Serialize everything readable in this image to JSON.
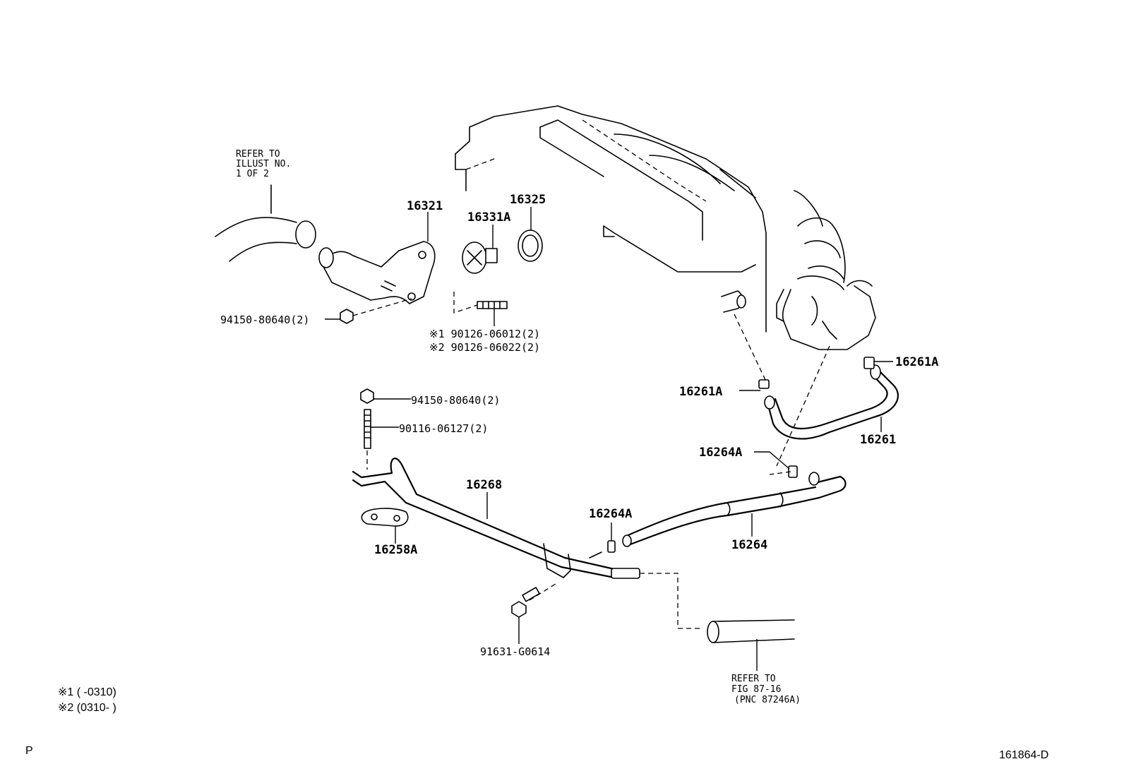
{
  "refs": {
    "illust": [
      "REFER TO",
      "ILLUST NO.",
      " 1 OF 2"
    ],
    "fig": [
      "REFER TO",
      "FIG 87-16",
      "(PNC 87246A)"
    ]
  },
  "parts": {
    "p16321": "16321",
    "p16331A": "16331A",
    "p16325": "16325",
    "nut_top": "94150-80640(2)",
    "stud1": "※1 90126-06012(2)",
    "stud2": "※2 90126-06022(2)",
    "nut_mid": "94150-80640(2)",
    "stud_mid": "90116-06127(2)",
    "p16268": "16268",
    "p16258A": "16258A",
    "p16264A_low": "16264A",
    "bolt": "91631-G0614",
    "p16264": "16264",
    "p16264A_up": "16264A",
    "p16261A_left": "16261A",
    "p16261A_right": "16261A",
    "p16261": "16261"
  },
  "notes": {
    "n1": "※1 (       -0310)",
    "n2": "※2 (0310-       )"
  },
  "footer": {
    "left": "P",
    "code": "161864-D"
  }
}
